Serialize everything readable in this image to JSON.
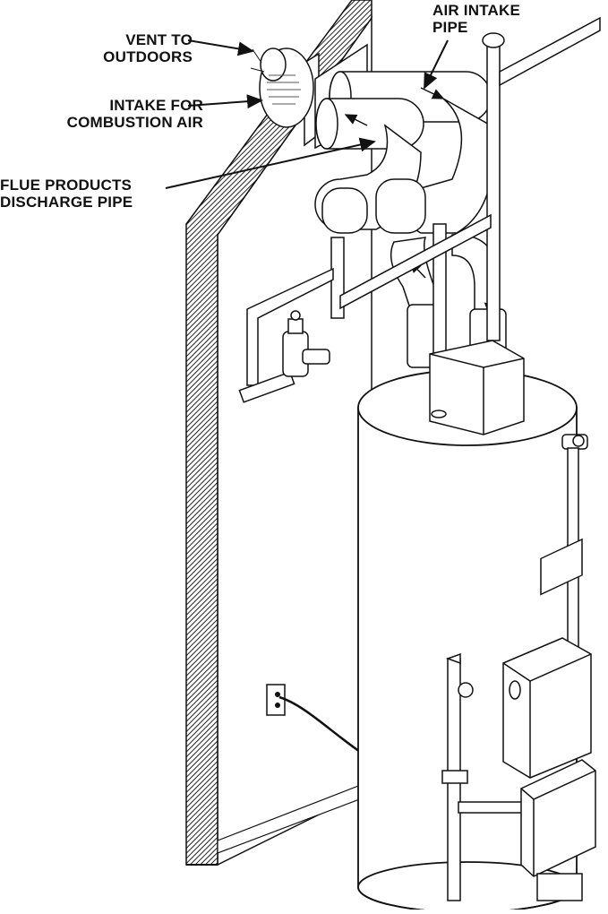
{
  "labels": {
    "vent": {
      "line1": "VENT TO",
      "line2": "OUTDOORS"
    },
    "intake_combustion": {
      "line1": "INTAKE FOR",
      "line2": "COMBUSTION AIR"
    },
    "flue": {
      "line1": "FLUE PRODUCTS",
      "line2": "DISCHARGE PIPE"
    },
    "air_intake": {
      "line1": "AIR INTAKE",
      "line2": "PIPE"
    }
  },
  "colors": {
    "ink": "#111111",
    "paper": "#ffffff",
    "wall_edge": "#444444"
  }
}
